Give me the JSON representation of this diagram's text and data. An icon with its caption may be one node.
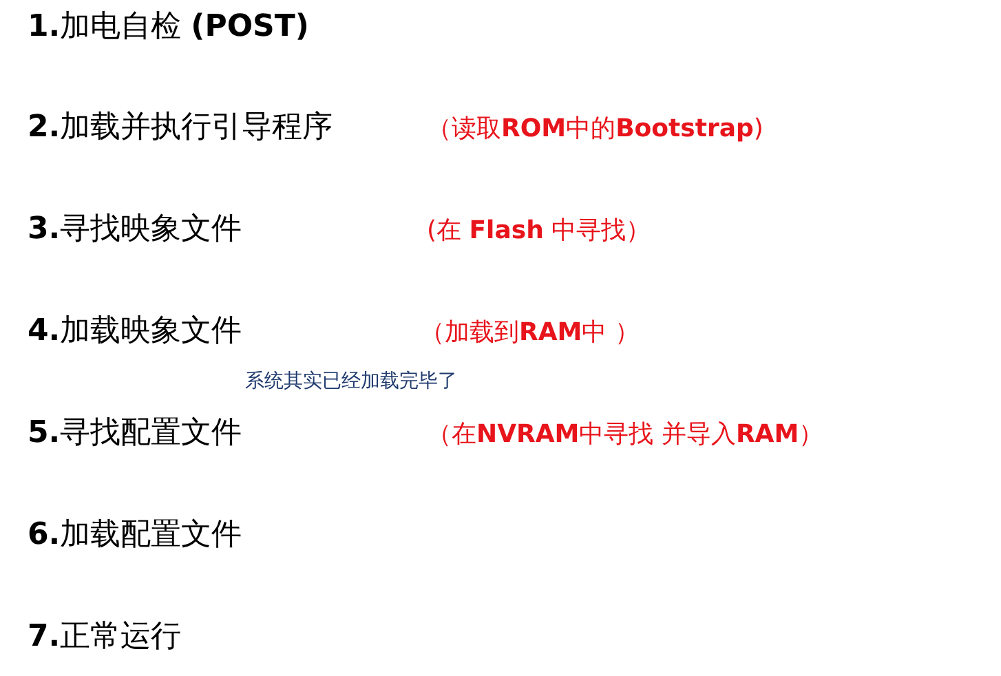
{
  "diagram": {
    "labels": [
      "**1.**加电自检 **(POST)**",
      "**2.**加载并执行引导程序",
      "（读取**ROM**中的**Bootstrap**)",
      "**3.**寻找映象文件",
      "(在 **Flash** 中寻找）",
      "**4.**加载映象文件",
      "（加载到**RAM**中 ）",
      "系统其实已经加载完毕了",
      "**5.**寻找配置文件",
      "（在**NVRAM**中寻找 并导入**RAM**）",
      "**6.**加载配置文件",
      "**7.**正常运行"
    ]
  }
}
